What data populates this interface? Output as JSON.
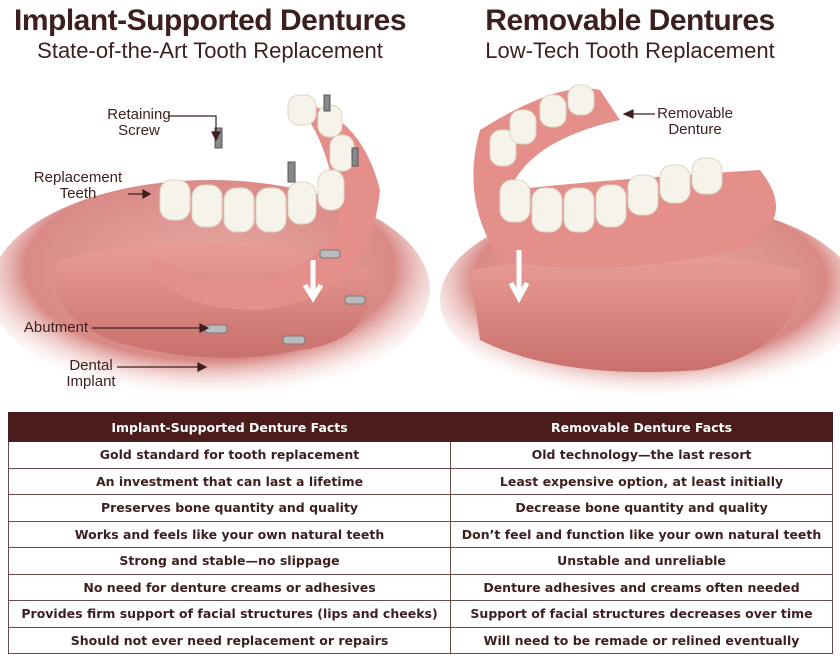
{
  "left": {
    "title": "Implant-Supported Dentures",
    "subtitle": "State-of-the-Art Tooth Replacement",
    "labels": {
      "screw": "Retaining Screw",
      "teeth": "Replacement Teeth",
      "abutment": "Abutment",
      "implant": "Dental Implant"
    }
  },
  "right": {
    "title": "Removable Dentures",
    "subtitle": "Low-Tech Tooth Replacement",
    "labels": {
      "denture": "Removable Denture"
    }
  },
  "table": {
    "headers": [
      "Implant-Supported Denture Facts",
      "Removable Denture Facts"
    ],
    "rows": [
      [
        "Gold standard for tooth replacement",
        "Old technology—the last resort"
      ],
      [
        "An investment that can last a lifetime",
        "Least expensive option, at least initially"
      ],
      [
        "Preserves bone quantity and quality",
        "Decrease bone quantity and quality"
      ],
      [
        "Works and feels like your own natural teeth",
        "Don’t feel and function like your own natural teeth"
      ],
      [
        "Strong and stable—no slippage",
        "Unstable and unreliable"
      ],
      [
        "No need for denture creams or adhesives",
        "Denture adhesives and creams often needed"
      ],
      [
        "Provides firm support of facial structures (lips and cheeks)",
        "Support of facial structures decreases over time"
      ],
      [
        "Should not ever need replacement or repairs",
        "Will need to be remade or relined eventually"
      ]
    ]
  }
}
